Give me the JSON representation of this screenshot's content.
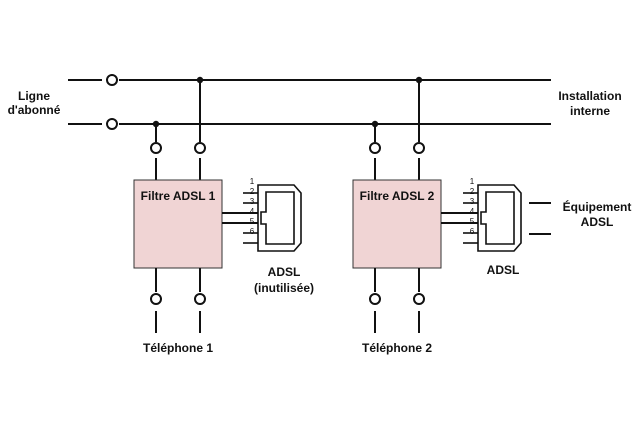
{
  "left_label": [
    "Ligne",
    "d'abonné"
  ],
  "right_label": [
    "Installation",
    "interne"
  ],
  "filters": [
    {
      "title": "Filtre ADSL 1",
      "jack_label": [
        "ADSL",
        "(inutilisée)"
      ],
      "phone_label": "Téléphone 1"
    },
    {
      "title": "Filtre ADSL 2",
      "jack_label": [
        "ADSL"
      ],
      "phone_label": "Téléphone 2"
    }
  ],
  "equipment_label": [
    "Équipement",
    "ADSL"
  ],
  "pin_numbers": [
    "1",
    "2",
    "3",
    "4",
    "5",
    "6"
  ],
  "colors": {
    "filter_fill": "#f0d4d4",
    "line": "#111111"
  }
}
